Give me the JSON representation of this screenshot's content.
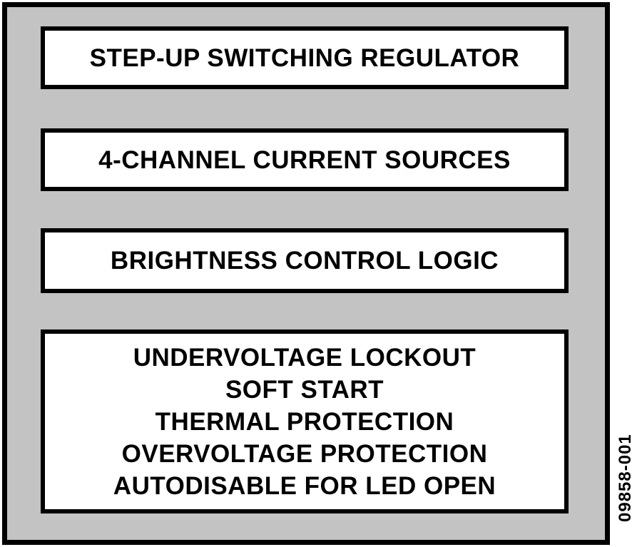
{
  "diagram": {
    "blocks": [
      {
        "label": "STEP-UP SWITCHING REGULATOR"
      },
      {
        "label": "4-CHANNEL CURRENT SOURCES"
      },
      {
        "label": "BRIGHTNESS CONTROL LOGIC"
      },
      {
        "label_lines": [
          "UNDERVOLTAGE LOCKOUT",
          "SOFT START",
          "THERMAL PROTECTION",
          "OVERVOLTAGE PROTECTION",
          "AUTODISABLE FOR LED OPEN"
        ]
      }
    ],
    "figure_code": "09858-001",
    "colors": {
      "chip_fill": "#c3c3c3",
      "block_fill": "#ffffff",
      "border": "#000000",
      "text": "#000000"
    }
  }
}
